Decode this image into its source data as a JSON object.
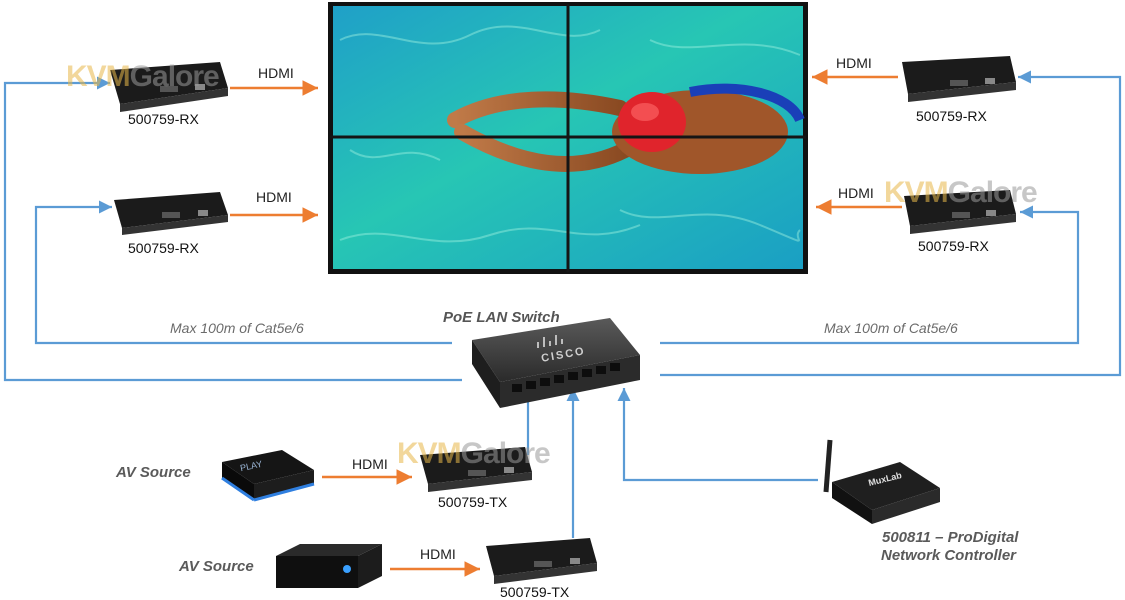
{
  "receivers": [
    {
      "label": "500759-RX"
    },
    {
      "label": "500759-RX"
    },
    {
      "label": "500759-RX"
    },
    {
      "label": "500759-RX"
    }
  ],
  "transmitters": [
    {
      "label": "500759-TX"
    },
    {
      "label": "500759-TX"
    }
  ],
  "hdmi_label": "HDMI",
  "cable_left": "Max 100m of Cat5e/6",
  "cable_right": "Max 100m of Cat5e/6",
  "switch": {
    "title": "PoE LAN Switch",
    "brand": "CISCO"
  },
  "sources": [
    {
      "label": "AV Source"
    },
    {
      "label": "AV Source"
    }
  ],
  "controller": {
    "line1": "500811 – ProDigital",
    "line2": "Network Controller",
    "brand": "MuxLab"
  },
  "watermark": {
    "part1": "KVM",
    "part2": "Galore"
  },
  "player_text": "PLAY",
  "colors": {
    "network": "#5b9bd5",
    "hdmi": "#ed7d31",
    "device": "#1b1b1b"
  }
}
